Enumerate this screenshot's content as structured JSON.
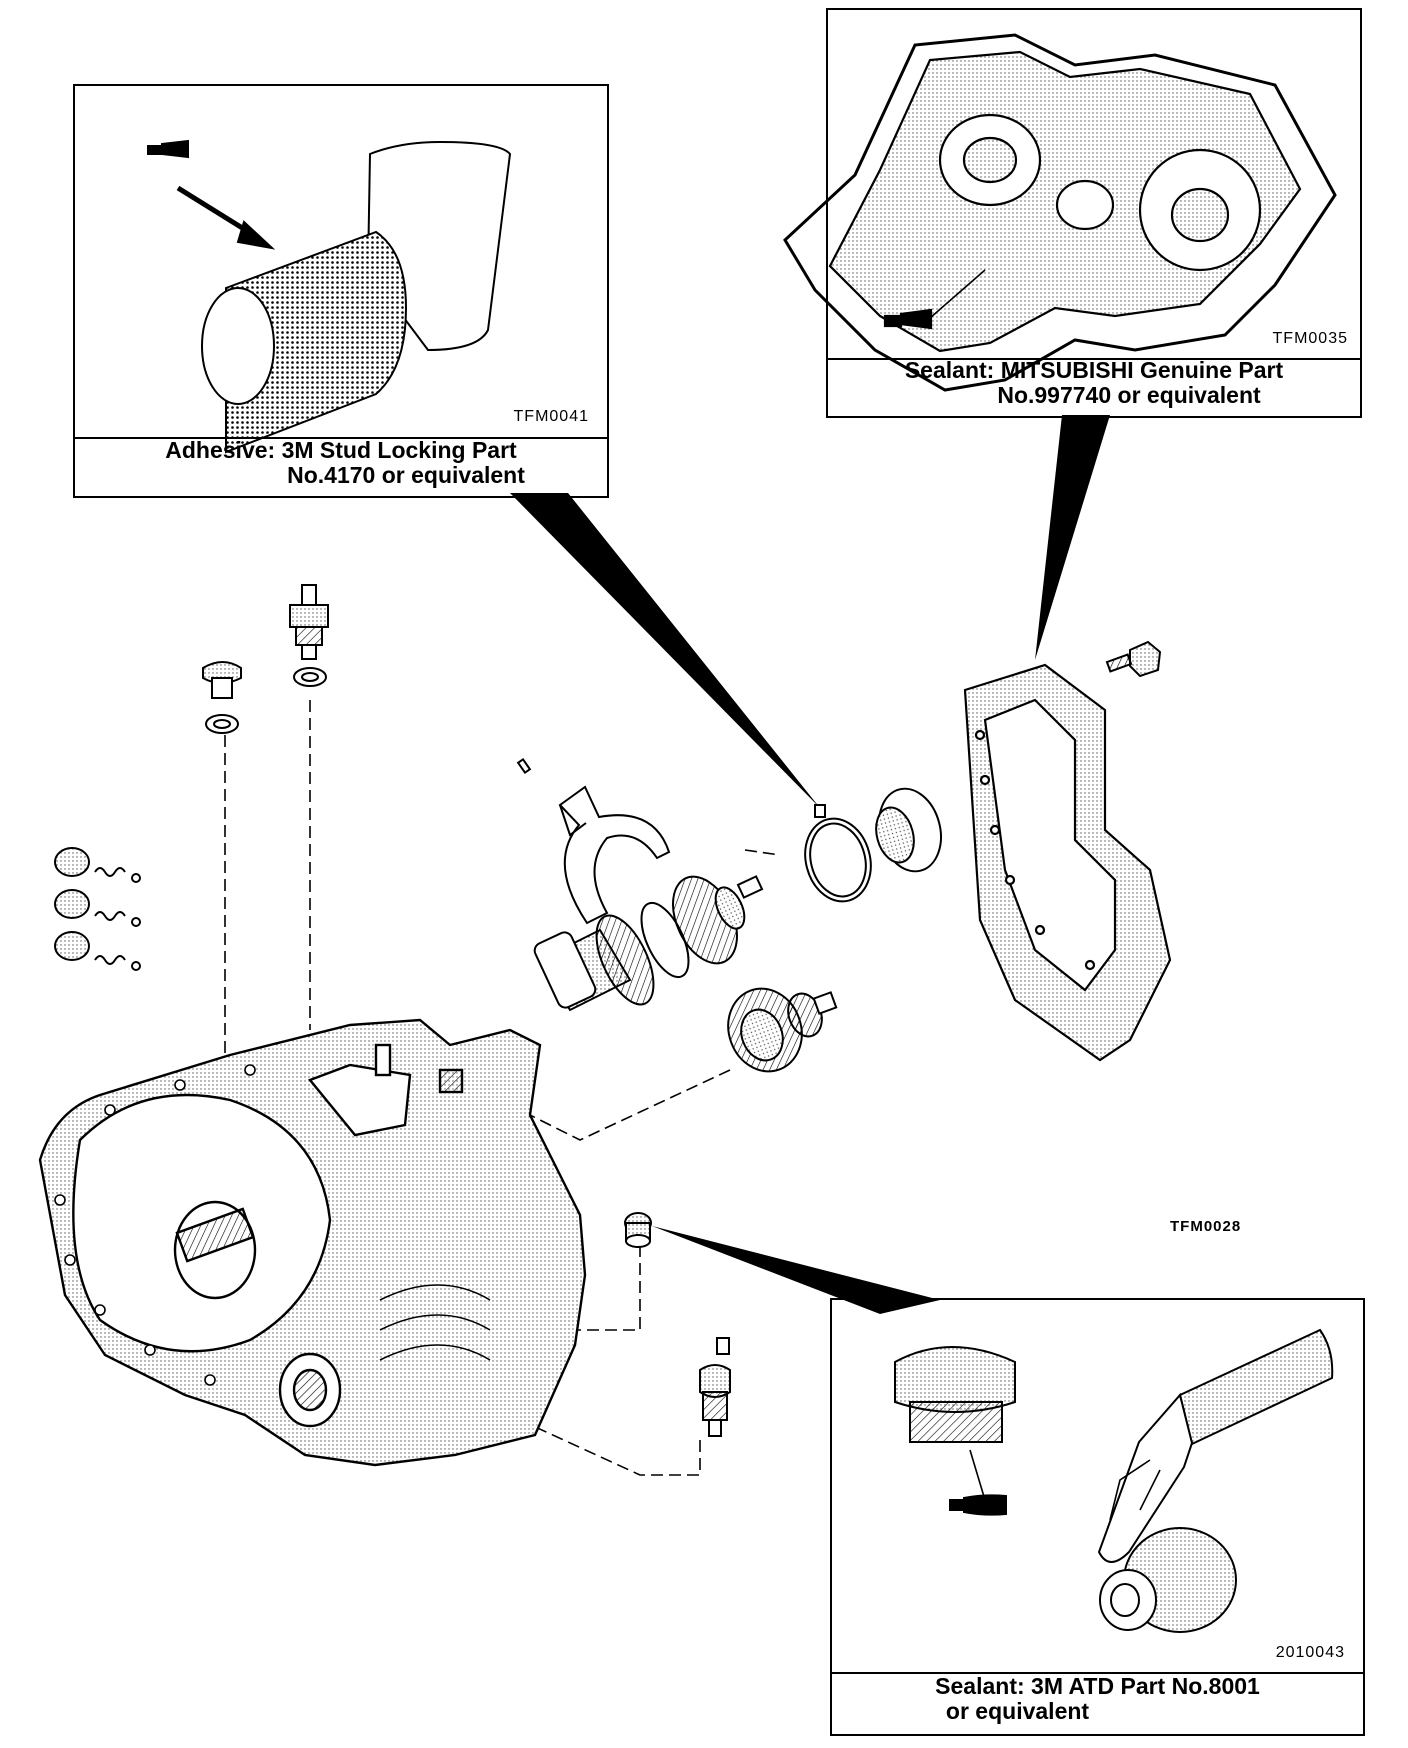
{
  "callouts": {
    "adhesive": {
      "code": "TFM0041",
      "caption_line1": "Adhesive: 3M Stud Locking Part",
      "caption_line2": "No.4170 or equivalent"
    },
    "cover_sealant": {
      "code": "TFM0035",
      "caption_line1": "Sealant: MITSUBISHI Genuine Part",
      "caption_line2": "No.997740 or equivalent"
    },
    "atd_sealant": {
      "code": "2010043",
      "caption_line1": "Sealant: 3M ATD Part No.8001",
      "caption_line2": "or equivalent"
    }
  },
  "main_figure_code": "TFM0028"
}
